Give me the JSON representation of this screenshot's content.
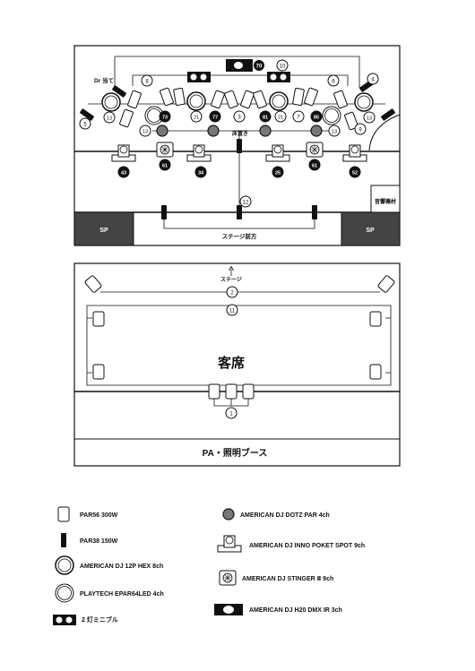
{
  "stage": {
    "label_dr": "Dr 当て",
    "label_floor": "床置き",
    "label_audio": "音響機材",
    "label_front": "ステージ前方",
    "label_sp": "SP",
    "ch": {
      "h20": "70",
      "mini_blinder": "10",
      "dr": "4",
      "c8": "8",
      "c6": "6",
      "c5": "5",
      "c9": "9",
      "c13": "13",
      "c21": "21",
      "c3": "3",
      "c7": "7",
      "c12": "12",
      "c73": "73",
      "c77": "77",
      "c81": "81",
      "c85": "85",
      "c43": "43",
      "c61": "61",
      "c34": "34",
      "c25": "25",
      "c52": "52"
    }
  },
  "hall": {
    "label_stage_arrow": "ステージ",
    "label_seats": "客席",
    "ch_2": "2",
    "ch_11": "11",
    "ch_1": "1"
  },
  "booth": {
    "label": "PA・照明ブース"
  },
  "legend": [
    {
      "label": "PAR56 300W",
      "icon": "par56-icon"
    },
    {
      "label": "PAR38 150W",
      "icon": "par38-icon"
    },
    {
      "label": "AMERICAN DJ 12P HEX 8ch",
      "icon": "hex-icon"
    },
    {
      "label": "PLAYTECH EPAR64LED 4ch",
      "icon": "epar-icon"
    },
    {
      "label": "2 灯ミニブル",
      "icon": "mini-blinder-icon"
    },
    {
      "label": "AMERICAN DJ DOTZ PAR 4ch",
      "icon": "dotz-icon"
    },
    {
      "label": "AMERICAN DJ INNO POKET SPOT 9ch",
      "icon": "spot-icon"
    },
    {
      "label": "AMERICAN DJ STINGER Ⅱ 9ch",
      "icon": "stinger-icon"
    },
    {
      "label": "AMERICAN DJ H20 DMX IR 3ch",
      "icon": "h20-icon"
    }
  ]
}
